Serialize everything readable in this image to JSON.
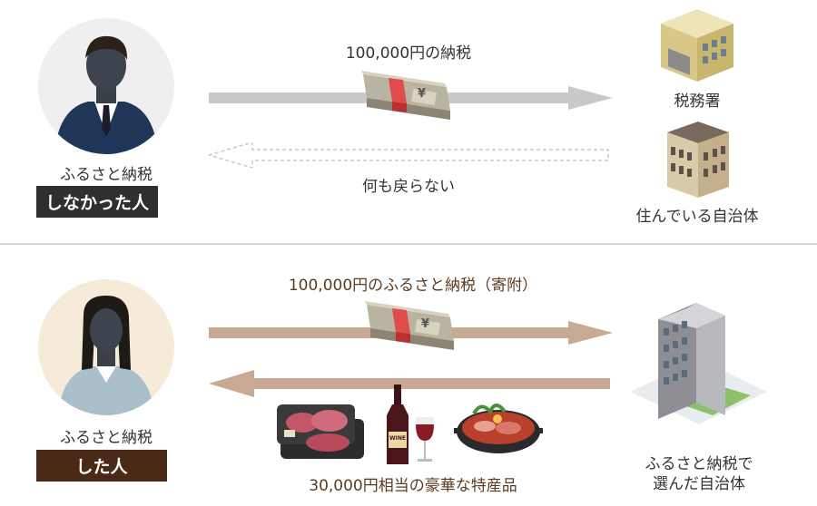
{
  "top": {
    "person_label": "ふるさと納税",
    "person_badge": "しなかった人",
    "arrow_label": "100,000円の納税",
    "return_label": "何も戻らない",
    "tax_office_label": "税務署",
    "municipality_label": "住んでいる自治体"
  },
  "bottom": {
    "person_label": "ふるさと納税",
    "person_badge": "した人",
    "arrow_label": "100,000円のふるさと納税（寄附）",
    "gift_label": "30,000円相当の豪華な特産品",
    "municipality_label_line1": "ふるさと納税で",
    "municipality_label_line2": "選んだ自治体",
    "wine_label": "WINE"
  },
  "money_label": "¥",
  "colors": {
    "top_arrow": "#c9c9c9",
    "bottom_arrow": "#c8a993",
    "badge_dark": "#2f2f2f",
    "badge_brown": "#4a2a16"
  }
}
